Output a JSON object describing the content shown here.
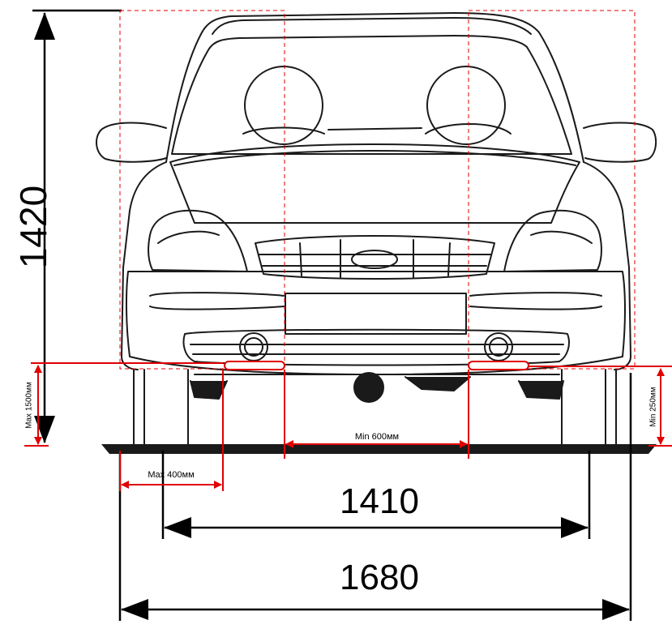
{
  "diagram": {
    "height_label": "1420",
    "track_label": "1410",
    "width_label": "1680",
    "lift_max_height_label": "Max 1500мм",
    "lift_min_height_label": "Min 250мм",
    "lift_offset_label": "Max 400мм",
    "pad_spacing_label": "Min 600мм",
    "colors": {
      "outline": "#1a1a1a",
      "dimension": "#000000",
      "lift_guide": "#e00000"
    }
  }
}
